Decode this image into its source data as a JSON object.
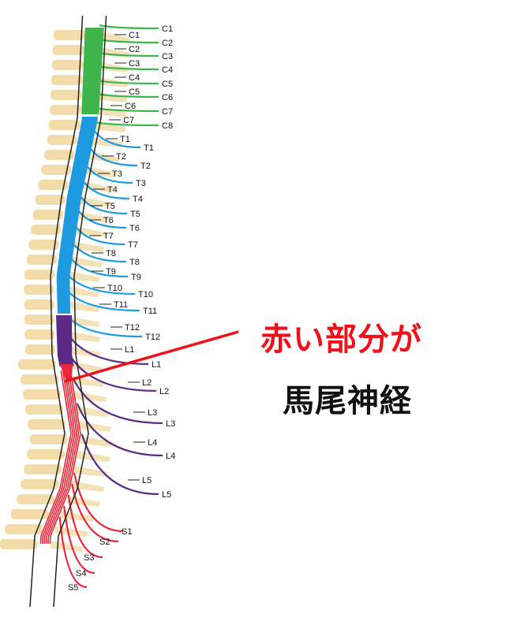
{
  "nerve_labels": {
    "cervical": [
      "C1",
      "C2",
      "C3",
      "C4",
      "C5",
      "C6",
      "C7",
      "C8"
    ],
    "thoracic": [
      "T1",
      "T2",
      "T3",
      "T4",
      "T5",
      "T6",
      "T7",
      "T8",
      "T9",
      "T10",
      "T11",
      "T12"
    ],
    "lumbar": [
      "L1",
      "L2",
      "L3",
      "L4",
      "L5"
    ],
    "sacral": [
      "S1",
      "S2",
      "S3",
      "S4",
      "S5"
    ]
  },
  "vertebra_labels": {
    "cervical": [
      "C1",
      "C2",
      "C3",
      "C4",
      "C5",
      "C6",
      "C7"
    ],
    "thoracic": [
      "T1",
      "T2",
      "T3",
      "T4",
      "T5",
      "T6",
      "T7",
      "T8",
      "T9",
      "T10",
      "T11",
      "T12"
    ],
    "lumbar": [
      "L1",
      "L2",
      "L3",
      "L4",
      "L5"
    ]
  },
  "annotation": {
    "line1": "赤い部分が",
    "line2": "馬尾神経"
  },
  "colors": {
    "cervical": "#3db54a",
    "thoracic": "#1e9be0",
    "lumbar": "#5a2a84",
    "sacral": "#e8283a",
    "bone": "#f1dcaa",
    "annotation": "#f0101a"
  }
}
